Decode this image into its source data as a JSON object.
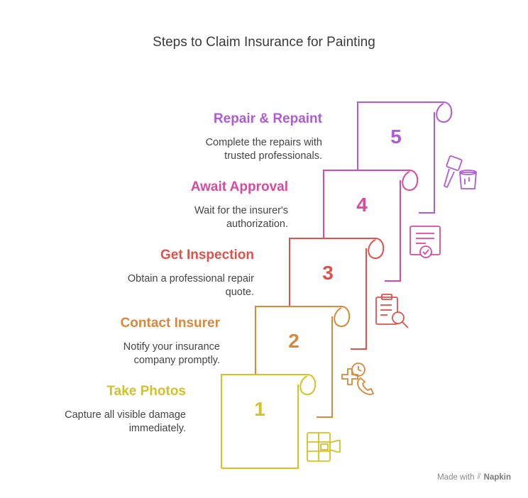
{
  "title": "Steps to Claim Insurance for Painting",
  "steps": [
    {
      "number": "1",
      "title": "Take Photos",
      "desc_line1": "Capture all visible damage",
      "desc_line2": "immediately.",
      "color": "#d4c224",
      "icon": "camera-icon"
    },
    {
      "number": "2",
      "title": "Contact Insurer",
      "desc_line1": "Notify your insurance",
      "desc_line2": "company promptly.",
      "color": "#d9873a",
      "icon": "phone-call-icon"
    },
    {
      "number": "3",
      "title": "Get Inspection",
      "desc_line1": "Obtain a professional repair",
      "desc_line2": "quote.",
      "color": "#e0514b",
      "icon": "clipboard-search-icon"
    },
    {
      "number": "4",
      "title": "Await Approval",
      "desc_line1": "Wait for the insurer's",
      "desc_line2": "authorization.",
      "color": "#d94a9f",
      "icon": "certificate-icon"
    },
    {
      "number": "5",
      "title": "Repair & Repaint",
      "desc_line1": "Complete the repairs with",
      "desc_line2": "trusted professionals.",
      "color": "#b15ad6",
      "icon": "paint-brush-icon"
    }
  ],
  "footer": {
    "made_with": "Made with",
    "brand": "Napkin"
  }
}
